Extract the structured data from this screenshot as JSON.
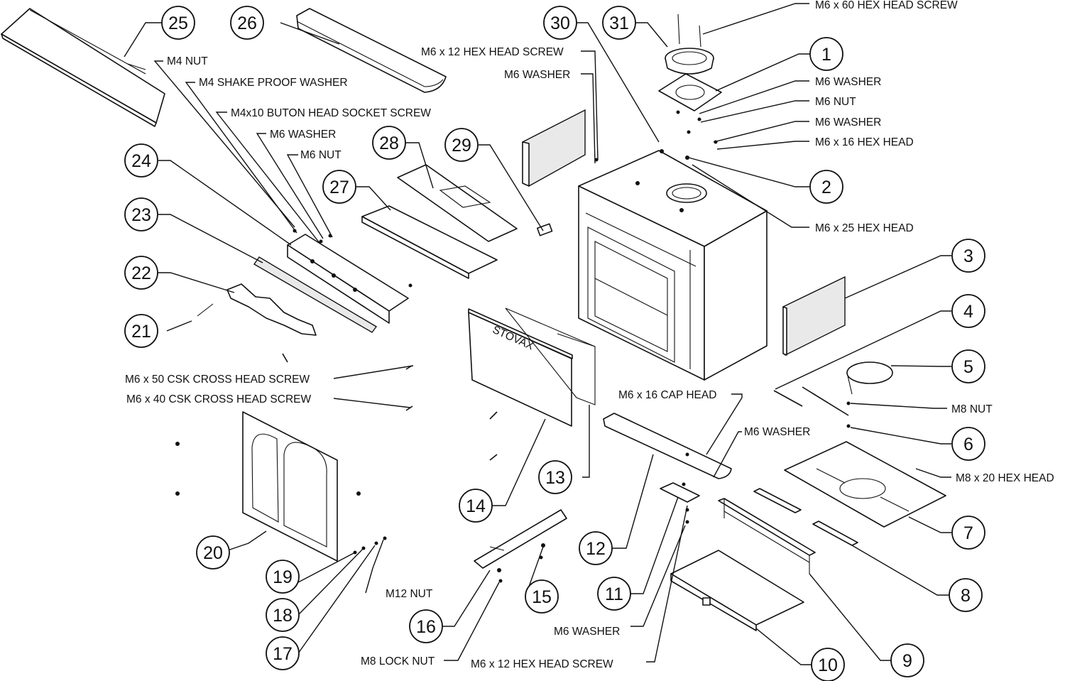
{
  "callouts": [
    {
      "n": "1"
    },
    {
      "n": "2"
    },
    {
      "n": "3"
    },
    {
      "n": "4"
    },
    {
      "n": "5"
    },
    {
      "n": "6"
    },
    {
      "n": "7"
    },
    {
      "n": "8"
    },
    {
      "n": "9"
    },
    {
      "n": "10"
    },
    {
      "n": "11"
    },
    {
      "n": "12"
    },
    {
      "n": "13"
    },
    {
      "n": "14"
    },
    {
      "n": "15"
    },
    {
      "n": "16"
    },
    {
      "n": "17"
    },
    {
      "n": "18"
    },
    {
      "n": "19"
    },
    {
      "n": "20"
    },
    {
      "n": "21"
    },
    {
      "n": "22"
    },
    {
      "n": "23"
    },
    {
      "n": "24"
    },
    {
      "n": "25"
    },
    {
      "n": "26"
    },
    {
      "n": "27"
    },
    {
      "n": "28"
    },
    {
      "n": "29"
    },
    {
      "n": "30"
    },
    {
      "n": "31"
    }
  ],
  "labels": [
    {
      "text": "M6 x 60 HEX HEAD SCREW"
    },
    {
      "text": "M6 WASHER"
    },
    {
      "text": "M6 NUT"
    },
    {
      "text": "M6 WASHER"
    },
    {
      "text": "M6 x 16 HEX HEAD"
    },
    {
      "text": "M6 x 25 HEX HEAD"
    },
    {
      "text": "M8 NUT"
    },
    {
      "text": "M8 x 20 HEX HEAD"
    },
    {
      "text": "M6 WASHER"
    },
    {
      "text": "M6 x 16 CAP HEAD"
    },
    {
      "text": "M6 WASHER"
    },
    {
      "text": "M6 x 12 HEX HEAD SCREW"
    },
    {
      "text": "M8 LOCK NUT"
    },
    {
      "text": "M12  NUT"
    },
    {
      "text": "M6 x 50 CSK CROSS HEAD SCREW"
    },
    {
      "text": "M6 x 40 CSK CROSS HEAD SCREW"
    },
    {
      "text": "M4 NUT"
    },
    {
      "text": "M4 SHAKE PROOF WASHER"
    },
    {
      "text": "M4x10 BUTON HEAD SOCKET SCREW"
    },
    {
      "text": "M6 WASHER"
    },
    {
      "text": "M6 NUT"
    },
    {
      "text": "M6 x 12 HEX HEAD SCREW"
    },
    {
      "text": "M6 WASHER"
    }
  ],
  "door_logo": "STOVAX"
}
